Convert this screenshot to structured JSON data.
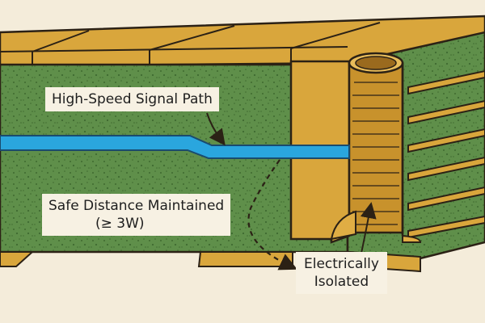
{
  "labels": {
    "signal_path": "High-Speed Signal Path",
    "safe_distance": "Safe Distance Maintained",
    "spacing_rule": "(≥ 3W)",
    "electrically": "Electrically",
    "isolated": "Isolated"
  },
  "colors": {
    "background": "#f4ecda",
    "board_green": "#5f8f4a",
    "copper_gold": "#d9a63c",
    "signal_trace": "#2aa6de",
    "outline": "#2b2115"
  },
  "icons": {
    "via": "plated-through-hole-via",
    "arrow": "pointer-arrow"
  }
}
